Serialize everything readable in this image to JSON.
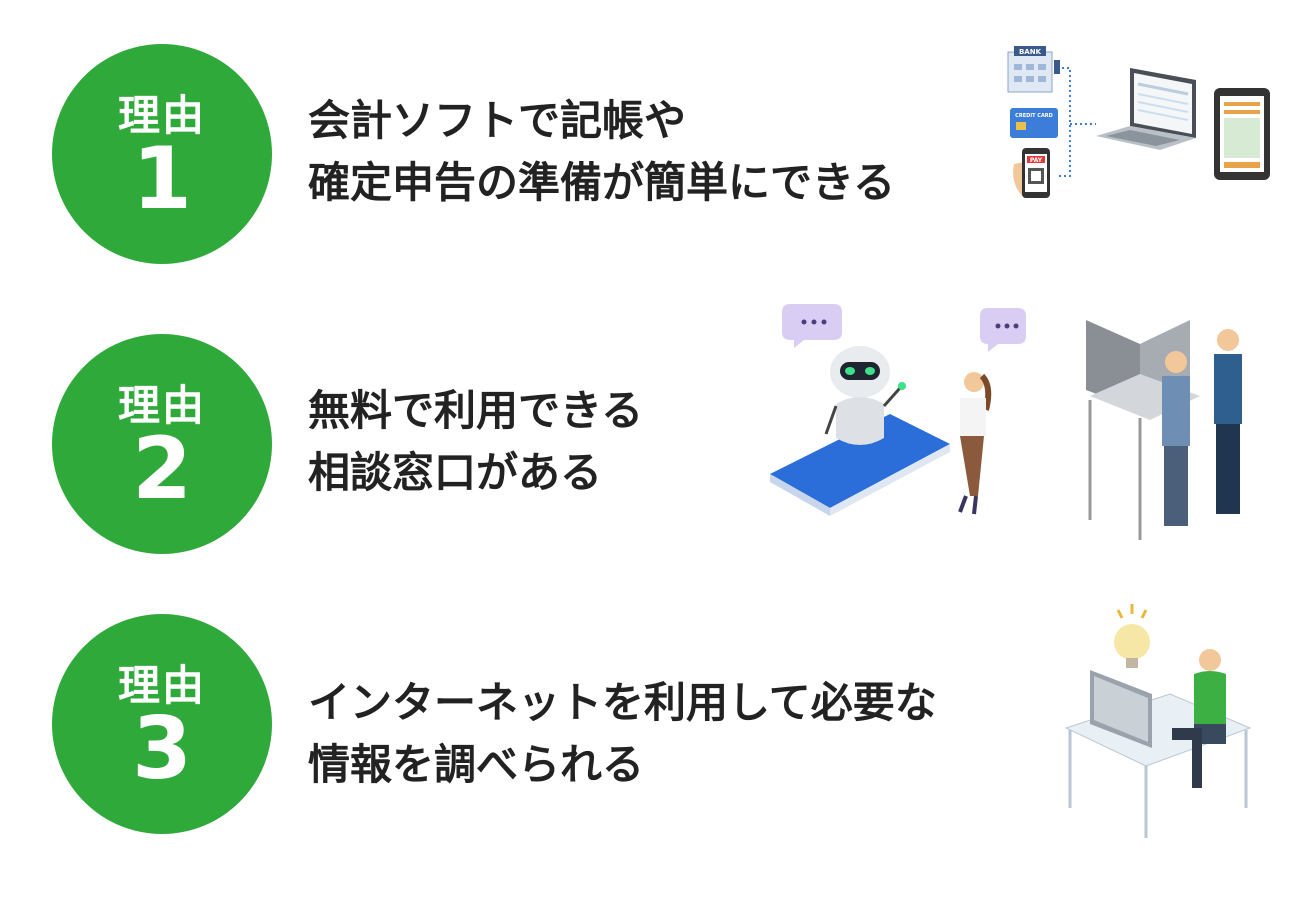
{
  "reasons": [
    {
      "label": "理由",
      "number": "1",
      "line1": "会計ソフトで記帳や",
      "line2": "確定申告の準備が簡単にできる"
    },
    {
      "label": "理由",
      "number": "2",
      "line1": "無料で利用できる",
      "line2": "相談窓口がある"
    },
    {
      "label": "理由",
      "number": "3",
      "line1": "インターネットを利用して必要な",
      "line2": "情報を調べられる"
    }
  ],
  "illustration1": {
    "bank": "BANK",
    "card": "CREDIT CARD",
    "pay": "PAY"
  },
  "colors": {
    "accent": "#2fa93a",
    "text": "#222222"
  },
  "icons": [
    "bank-icon",
    "credit-card-icon",
    "smartphone-pay-icon",
    "laptop-icon",
    "tablet-icon",
    "robot-icon",
    "speech-bubble-icon",
    "consultation-booth-icon",
    "lightbulb-icon",
    "desk-computer-icon"
  ]
}
